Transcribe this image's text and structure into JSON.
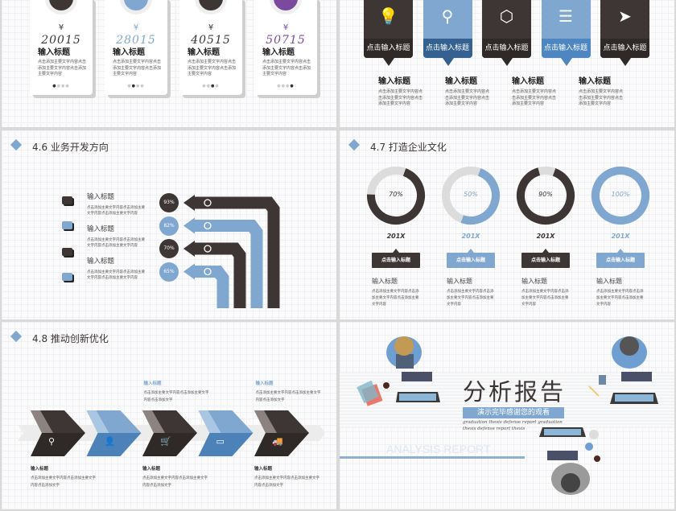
{
  "colors": {
    "dark": "#3d3635",
    "blue": "#7fa7cf",
    "deep_blue": "#4d82b8",
    "light_gray": "#dcdcdc"
  },
  "placeholder_text": "点击添加主要文字内容点击添加主要文字内容点击添加主要文字内容",
  "short_text": "点击添加主要文字内容点击添加主要文字内容点击添加文字",
  "slide_prices": {
    "cards": [
      {
        "currency": "¥",
        "number": "20015",
        "title": "输入标题",
        "color": "#3d3635",
        "icon": "ticket-icon",
        "active_dot": 0
      },
      {
        "currency": "¥",
        "number": "28015",
        "title": "输入标题",
        "color": "#7fa7cf",
        "icon": "camera-icon",
        "active_dot": 1
      },
      {
        "currency": "¥",
        "number": "40515",
        "title": "输入标题",
        "color": "#3d3635",
        "icon": "monitor-icon",
        "active_dot": 2
      },
      {
        "currency": "¥",
        "number": "50715",
        "title": "输入标题",
        "color": "#7b4a9e",
        "icon": "image-icon",
        "active_dot": 3
      }
    ]
  },
  "slide_tags": {
    "tags": [
      {
        "label": "点击输入标题",
        "icon": "lightbulb-icon",
        "glyph": "💡",
        "color": "#3d3635",
        "band": "#2f2928"
      },
      {
        "label": "点击输入标题",
        "icon": "search-icon",
        "glyph": "⚲",
        "color": "#7fa7cf",
        "band": "#34618f"
      },
      {
        "label": "点击输入标题",
        "icon": "cube-icon",
        "glyph": "⬡",
        "color": "#3d3635",
        "band": "#2f2928"
      },
      {
        "label": "点击输入标题",
        "icon": "align-icon",
        "glyph": "☰",
        "color": "#7fa7cf",
        "band": "#4d86c0"
      },
      {
        "label": "点击输入标题",
        "icon": "paper-plane-icon",
        "glyph": "➤",
        "color": "#3d3635",
        "band": "#2f2928"
      }
    ],
    "items": [
      {
        "title": "输入标题"
      },
      {
        "title": "输入标题"
      },
      {
        "title": "输入标题"
      },
      {
        "title": "输入标题"
      }
    ]
  },
  "slide_4_6": {
    "number": "4.6",
    "title": "业务开发方向",
    "items": [
      {
        "title": "输入标题"
      },
      {
        "title": "输入标题"
      },
      {
        "title": "输入标题"
      }
    ],
    "arrows": [
      {
        "percent": "93%",
        "value": 93,
        "icon": "power-icon",
        "color": "#3d3635"
      },
      {
        "percent": "82%",
        "value": 82,
        "icon": "megaphone-icon",
        "color": "#7fa7cf"
      },
      {
        "percent": "70%",
        "value": 70,
        "icon": "umbrella-icon",
        "color": "#3d3635"
      },
      {
        "percent": "65%",
        "value": 65,
        "icon": "chat-icon",
        "color": "#7fa7cf"
      }
    ]
  },
  "slide_4_7": {
    "number": "4.7",
    "title": "打造企业文化",
    "donuts": [
      {
        "label": "70%",
        "value": 70,
        "year": "201X",
        "button": "点击输入标题",
        "title": "输入标题",
        "color": "#3d3635"
      },
      {
        "label": "50%",
        "value": 50,
        "year": "201X",
        "button": "点击输入标题",
        "title": "输入标题",
        "color": "#7fa7cf"
      },
      {
        "label": "90%",
        "value": 90,
        "year": "201X",
        "button": "点击输入标题",
        "title": "输入标题",
        "color": "#3d3635"
      },
      {
        "label": "100%",
        "value": 100,
        "year": "201X",
        "button": "点击输入标题",
        "title": "输入标题",
        "color": "#7fa7cf"
      }
    ]
  },
  "slide_4_8": {
    "number": "4.8",
    "title": "推动创新优化",
    "steps": [
      {
        "icon": "search-icon",
        "glyph": "⚲",
        "color": "#3d3635",
        "title": "输入标题"
      },
      {
        "icon": "user-icon",
        "glyph": "👤",
        "color": "#7fa7cf",
        "title": "输入标题"
      },
      {
        "icon": "cart-icon",
        "glyph": "🛒",
        "color": "#3d3635",
        "title": "输入标题"
      },
      {
        "icon": "card-icon",
        "glyph": "▭",
        "color": "#7fa7cf",
        "title": "输入标题"
      },
      {
        "icon": "truck-icon",
        "glyph": "🚚",
        "color": "#3d3635",
        "title": "输入标题"
      }
    ]
  },
  "slide_end": {
    "title": "分析报告",
    "subtitle": "演示完毕感谢您的观看",
    "english_line1": "graduation thesis defense report graduation",
    "english_line2": "thesis defense report thesis",
    "watermark": "ANALYSIS REPORT"
  }
}
